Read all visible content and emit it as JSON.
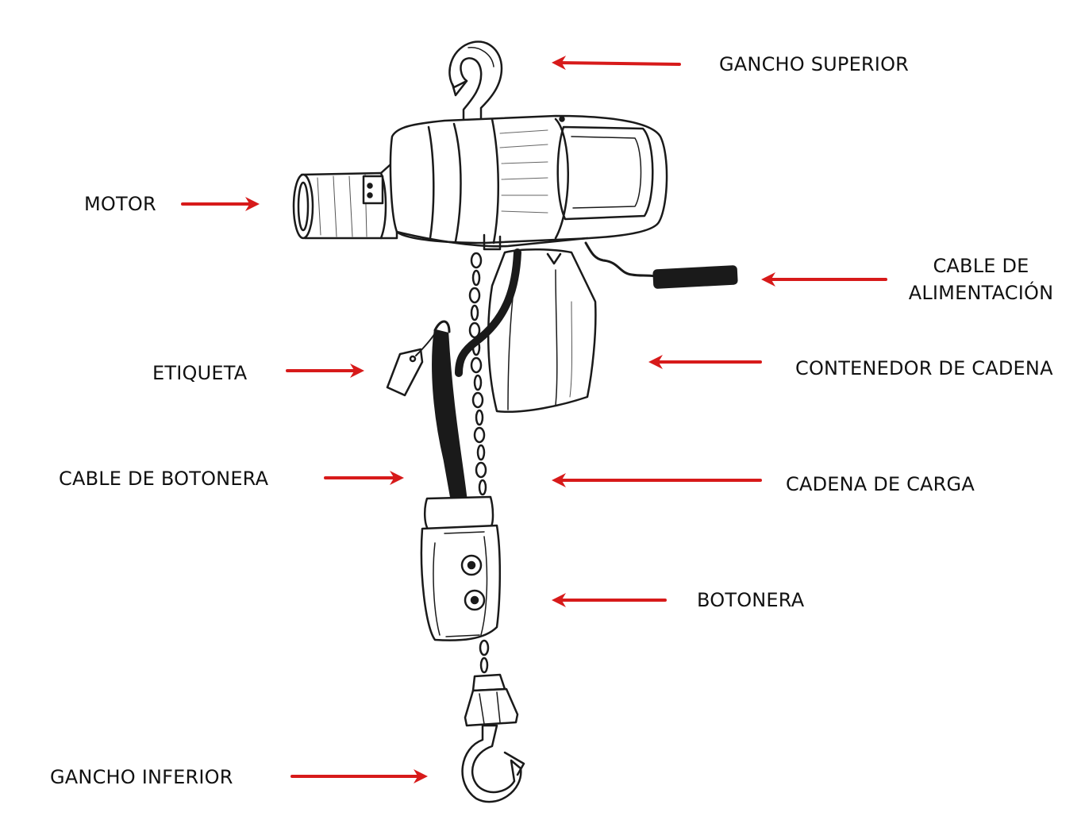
{
  "colors": {
    "arrow": "#d71a1a",
    "ink": "#1a1a1a",
    "label": "#111111",
    "background": "#ffffff"
  },
  "labels": {
    "gancho_superior": "GANCHO SUPERIOR",
    "motor": "MOTOR",
    "cable_alimentacion_line1": "CABLE DE",
    "cable_alimentacion_line2": "ALIMENTACIÓN",
    "etiqueta": "ETIQUETA",
    "contenedor_cadena": "CONTENEDOR DE CADENA",
    "cable_botonera": "CABLE DE BOTONERA",
    "cadena_carga": "CADENA DE CARGA",
    "botonera": "BOTONERA",
    "gancho_inferior": "GANCHO INFERIOR"
  }
}
